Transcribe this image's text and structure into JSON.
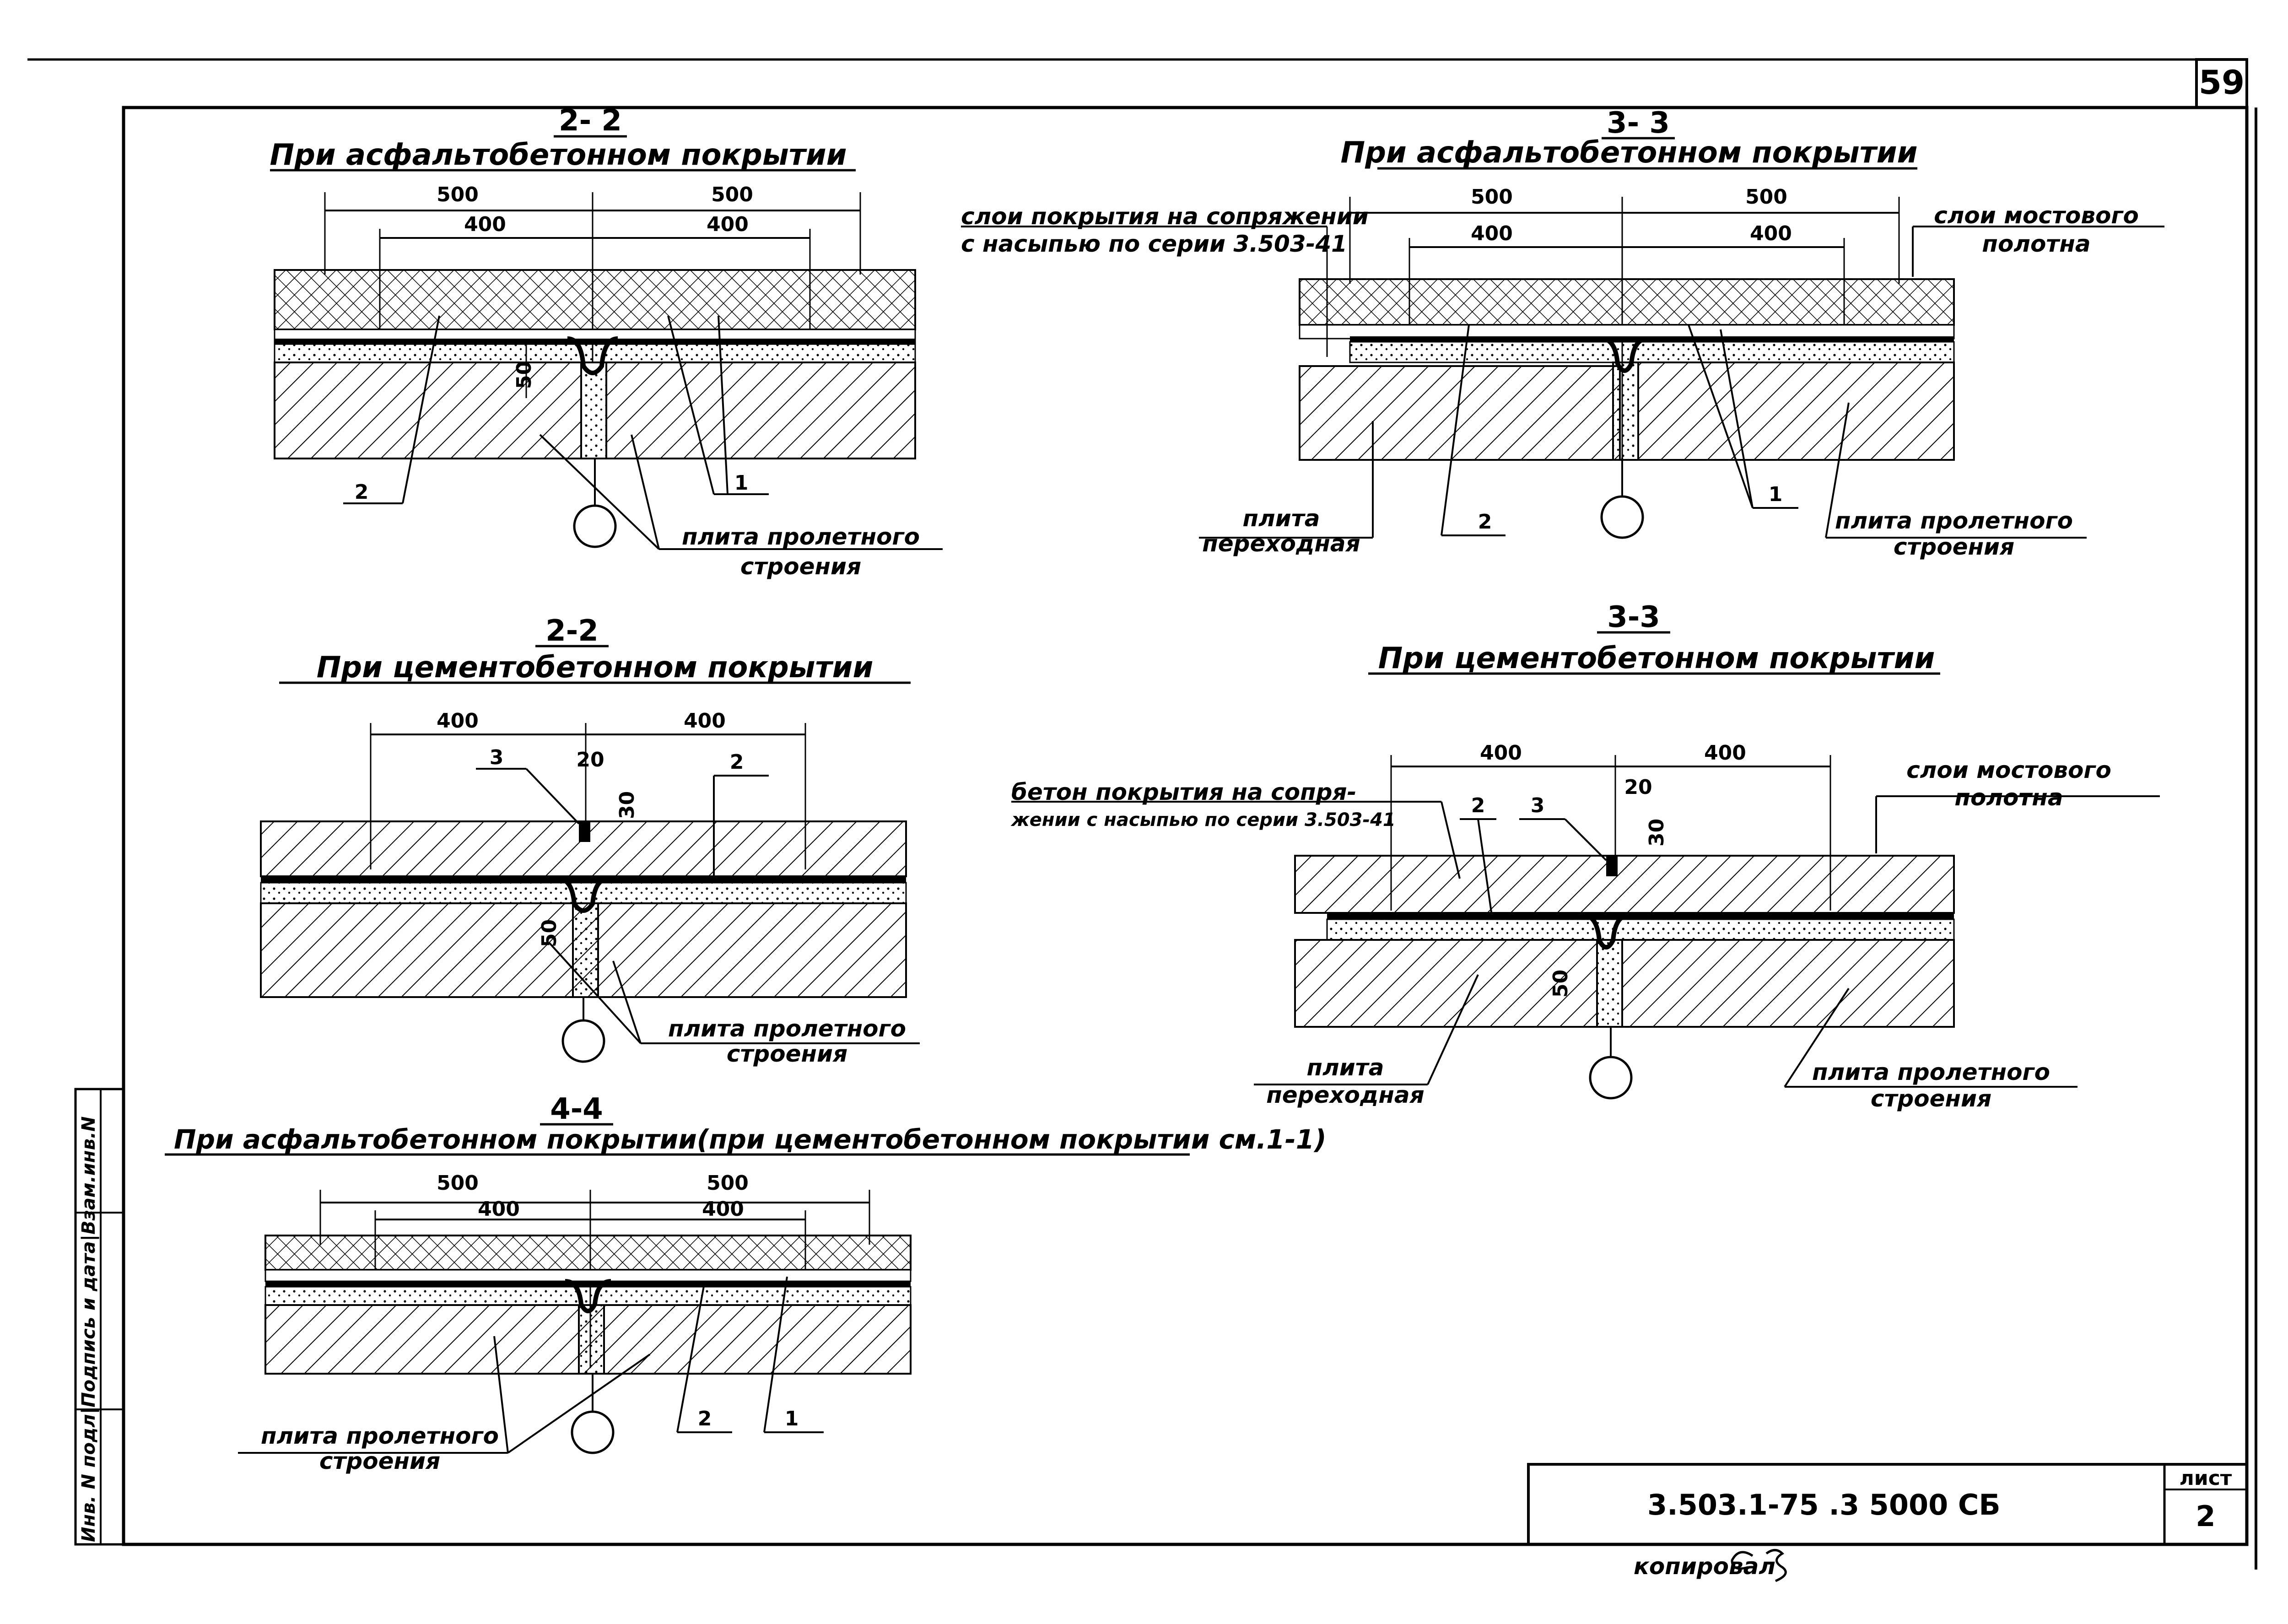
{
  "page_number": "59",
  "doc_code": "3.503.1-75 .3 5000 СБ",
  "sheet_label": "лист",
  "sheet_number": "2",
  "copied_by": "копировал",
  "side_stamp": "Инв. N подл|Подпись и дата|Взам.инв.N",
  "details": {
    "d22a": {
      "section": "2- 2",
      "title": "При асфальтобетонном покрытии",
      "dims_outer": [
        "500",
        "500"
      ],
      "dims_inner": [
        "400",
        "400"
      ],
      "dim_small": "50",
      "label_slab": [
        "плита пролетного",
        "строения"
      ],
      "marker_2": "2",
      "marker_1": "1"
    },
    "d33a": {
      "section": "3- 3",
      "title": "При асфальтобетонном покрытии",
      "dims_outer": [
        "500",
        "500"
      ],
      "dims_inner": [
        "400",
        "400"
      ],
      "label_layers_left": [
        "слои покрытия на сопряжении",
        "с насыпью по серии 3.503-41"
      ],
      "label_layers_right": [
        "слои мостового",
        "полотна"
      ],
      "label_transition": [
        "плита",
        "переходная"
      ],
      "label_slab": [
        "плита пролетного",
        "строения"
      ],
      "marker_2": "2",
      "marker_1": "1"
    },
    "d22c": {
      "section": "2-2",
      "title": "При цементобетонном покрытии",
      "dims": [
        "400",
        "400"
      ],
      "dim_20": "20",
      "dim_30": "30",
      "dim_50": "50",
      "marker_3": "3",
      "marker_2": "2",
      "label_slab": [
        "плита пролетного",
        "строения"
      ]
    },
    "d33c": {
      "section": "3-3",
      "title": "При цементобетонном покрытии",
      "dims": [
        "400",
        "400"
      ],
      "dim_20": "20",
      "dim_30": "30",
      "dim_50": "50",
      "marker_2": "2",
      "marker_3": "3",
      "label_concrete": [
        "бетон покрытия на сопря-",
        "жении с насыпью по серии 3.503-41"
      ],
      "label_layers_right": [
        "слои мостового",
        "полотна"
      ],
      "label_transition": [
        "плита",
        "переходная"
      ],
      "label_slab": [
        "плита пролетного",
        "строения"
      ]
    },
    "d44": {
      "section": "4-4",
      "title": "При асфальтобетонном покрытии(при цементобетонном покрытии см.1-1)",
      "dims_outer": [
        "500",
        "500"
      ],
      "dims_inner": [
        "400",
        "400"
      ],
      "label_slab": [
        "плита пролетного",
        "строения"
      ],
      "marker_2": "2",
      "marker_1": "1"
    }
  }
}
